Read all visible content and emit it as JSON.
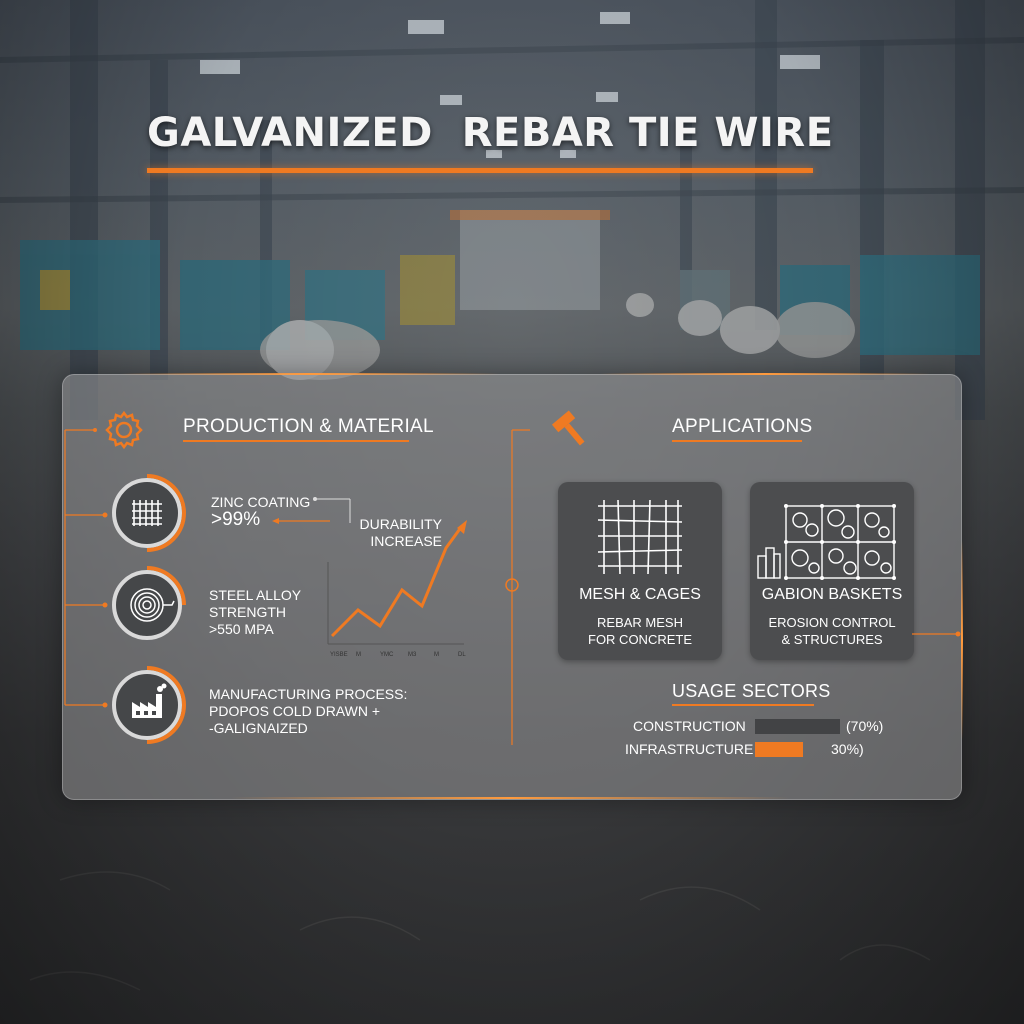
{
  "title": "GALVANIZED  REBAR TIE WIRE",
  "colors": {
    "accent": "#ef7a22",
    "panel": "#969698",
    "card": "#4c4d4f",
    "dark_bar": "#424345"
  },
  "production": {
    "heading": "PRODUCTION & MATERIAL",
    "icon": "gear-icon",
    "items": [
      {
        "icon": "grid-mesh-icon",
        "lines": [
          "ZINC COATING"
        ],
        "value": ">99%"
      },
      {
        "icon": "wire-coil-icon",
        "lines": [
          "STEEL ALLOY",
          "STRENGTH",
          ">550 MPA"
        ]
      },
      {
        "icon": "factory-icon",
        "lines": [
          "MANUFACTURING PROCESS:",
          "PDOPOS COLD DRAWN +",
          "-GALIGNAIZED"
        ]
      }
    ],
    "chart": {
      "label_lines": [
        "DURABILITY",
        "INCREASE"
      ],
      "tick_labels": [
        "YISBE",
        "M",
        "YMC",
        "M3",
        "M",
        "DL"
      ]
    }
  },
  "applications": {
    "heading": "APPLICATIONS",
    "icon": "hammer-icon",
    "cards": [
      {
        "icon": "mesh-icon",
        "title": "MESH & CAGES",
        "sub": [
          "REBAR MESH",
          "FOR CONCRETE"
        ]
      },
      {
        "icon": "gabion-icon",
        "title": "GABION BASKETS",
        "sub": [
          "EROSION CONTROL",
          "& STRUCTURES"
        ]
      }
    ],
    "usage": {
      "heading": "USAGE SECTORS",
      "rows": [
        {
          "label": "CONSTRUCTION",
          "pct_text": "(70%)",
          "share": 0.7,
          "color": "#424345"
        },
        {
          "label": "INFRASTRUCTURE",
          "pct_text": "30%)",
          "share": 0.3,
          "color": "#ef7a22"
        }
      ]
    }
  }
}
